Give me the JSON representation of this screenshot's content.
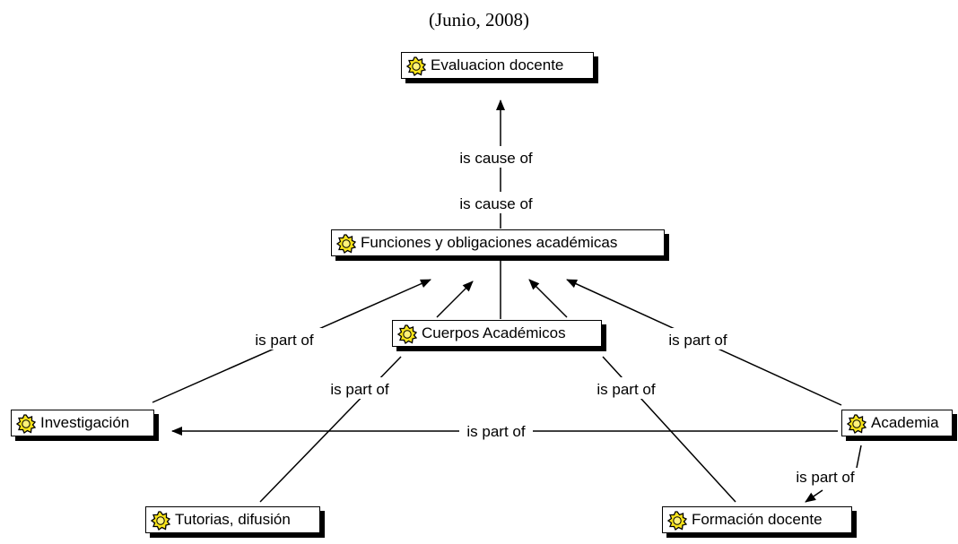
{
  "caption": "(Junio, 2008)",
  "icon": "concept-gear-icon",
  "nodes": {
    "evaluacion": "Evaluacion docente",
    "funciones": "Funciones y obligaciones académicas",
    "cuerpos": "Cuerpos Académicos",
    "investigacion": "Investigación",
    "academia": "Academia",
    "tutorias": "Tutorias, difusión",
    "formacion": "Formación docente"
  },
  "links": {
    "cause1": "is cause of",
    "cause2": "is cause of",
    "part_investigacion": "is part of",
    "part_academia": "is part of",
    "part_tutorias": "is part of",
    "part_formacion": "is part of",
    "part_horizontal": "is part of",
    "part_academia_formacion": "is part of"
  }
}
